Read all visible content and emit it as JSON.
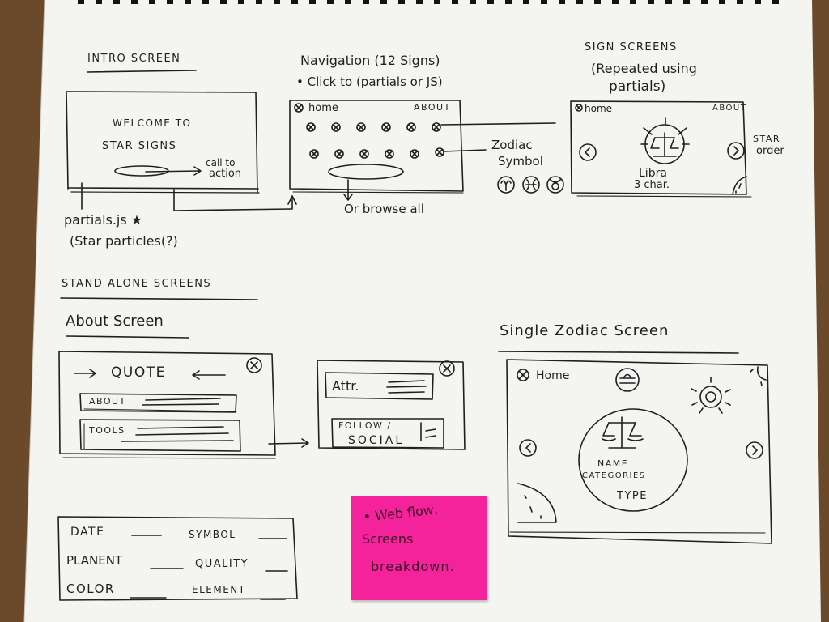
{
  "colors": {
    "paper": "#f4f4f0",
    "ink": "#1f1f22",
    "sticky_note": "#f5239b",
    "desk": "#6b4a2c"
  },
  "intro": {
    "heading": "INTRO SCREEN",
    "line1": "WELCOME TO",
    "line2": "STAR SIGNS",
    "cta_line1": "call to",
    "cta_line2": "action",
    "note_line1": "partials.js ★",
    "note_line2": "(Star particles(?)"
  },
  "navigation": {
    "heading": "Navigation (12 Signs)",
    "subnote": "• Click to (partials or JS)",
    "home": "home",
    "about": "ABOUT",
    "zodiac_line1": "Zodiac",
    "zodiac_line2": "Symbol",
    "browse": "Or browse all"
  },
  "sign": {
    "heading_line1": "SIGN SCREENS",
    "heading_line2": "(Repeated using",
    "heading_line3": "partials)",
    "home": "home",
    "about": "ABOUT",
    "name": "Libra",
    "chars": "3 char.",
    "star_line1": "STAR",
    "star_line2": "order"
  },
  "standalone": {
    "heading": "STAND ALONE SCREENS"
  },
  "about": {
    "heading": "About Screen",
    "quote": "QUOTE",
    "about_label": "ABOUT",
    "tools_label": "TOOLS"
  },
  "attr": {
    "attr_label": "Attr.",
    "follow_line1": "FOLLOW /",
    "follow_line2": "SOCIAL"
  },
  "single": {
    "heading": "Single Zodiac Screen",
    "home": "Home",
    "name": "NAME",
    "categories": "CATEGORIES",
    "type": "TYPE"
  },
  "details": {
    "date": "DATE",
    "symbol": "SYMBOL",
    "planet": "PLANENT",
    "quality": "QUALITY",
    "color": "COLOR",
    "element": "ELEMENT"
  },
  "sticky": {
    "line1": "• Web flow,",
    "line2": "Screens",
    "line3": "breakdown."
  }
}
